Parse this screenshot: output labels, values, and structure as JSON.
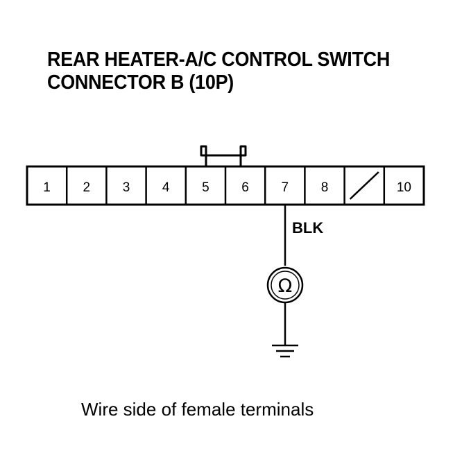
{
  "title": {
    "line1": "REAR HEATER-A/C CONTROL SWITCH",
    "line2": "CONNECTOR B (10P)"
  },
  "connector": {
    "cavities": [
      {
        "label": "1",
        "empty": false
      },
      {
        "label": "2",
        "empty": false
      },
      {
        "label": "3",
        "empty": false
      },
      {
        "label": "4",
        "empty": false
      },
      {
        "label": "5",
        "empty": false
      },
      {
        "label": "6",
        "empty": false
      },
      {
        "label": "7",
        "empty": false
      },
      {
        "label": "8",
        "empty": false
      },
      {
        "label": "",
        "empty": true
      },
      {
        "label": "10",
        "empty": false
      }
    ],
    "probe_terminal": "7"
  },
  "wire": {
    "color_label": "BLK"
  },
  "meter": {
    "symbol": "Ω",
    "icon": "ohmmeter-icon"
  },
  "ground": {
    "icon": "ground-icon"
  },
  "caption": "Wire side of female terminals"
}
